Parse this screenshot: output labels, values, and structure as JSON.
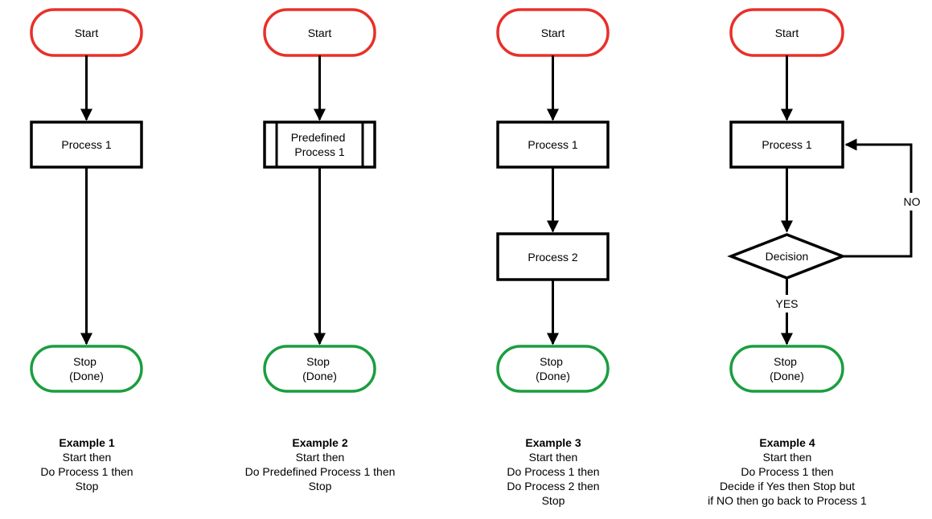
{
  "colors": {
    "start_border": "#e8302a",
    "stop_border": "#1a9e3f",
    "line": "#000000",
    "background": "#ffffff"
  },
  "examples": [
    {
      "start": "Start",
      "process1": "Process 1",
      "stop": [
        "Stop",
        "(Done)"
      ],
      "caption": {
        "title": "Example 1",
        "lines": [
          "Start then",
          "Do Process 1 then",
          "Stop"
        ]
      }
    },
    {
      "start": "Start",
      "predefined": [
        "Predefined",
        "Process 1"
      ],
      "stop": [
        "Stop",
        "(Done)"
      ],
      "caption": {
        "title": "Example 2",
        "lines": [
          "Start then",
          "Do Predefined Process 1 then",
          "Stop"
        ]
      }
    },
    {
      "start": "Start",
      "process1": "Process 1",
      "process2": "Process 2",
      "stop": [
        "Stop",
        "(Done)"
      ],
      "caption": {
        "title": "Example 3",
        "lines": [
          "Start then",
          "Do Process 1 then",
          "Do Process 2 then",
          "Stop"
        ]
      }
    },
    {
      "start": "Start",
      "process1": "Process 1",
      "decision": "Decision",
      "yes": "YES",
      "no": "NO",
      "stop": [
        "Stop",
        "(Done)"
      ],
      "caption": {
        "title": "Example 4",
        "lines": [
          "Start then",
          "Do Process 1 then",
          "Decide if Yes then Stop but",
          "if NO then go back to Process 1"
        ]
      }
    }
  ]
}
